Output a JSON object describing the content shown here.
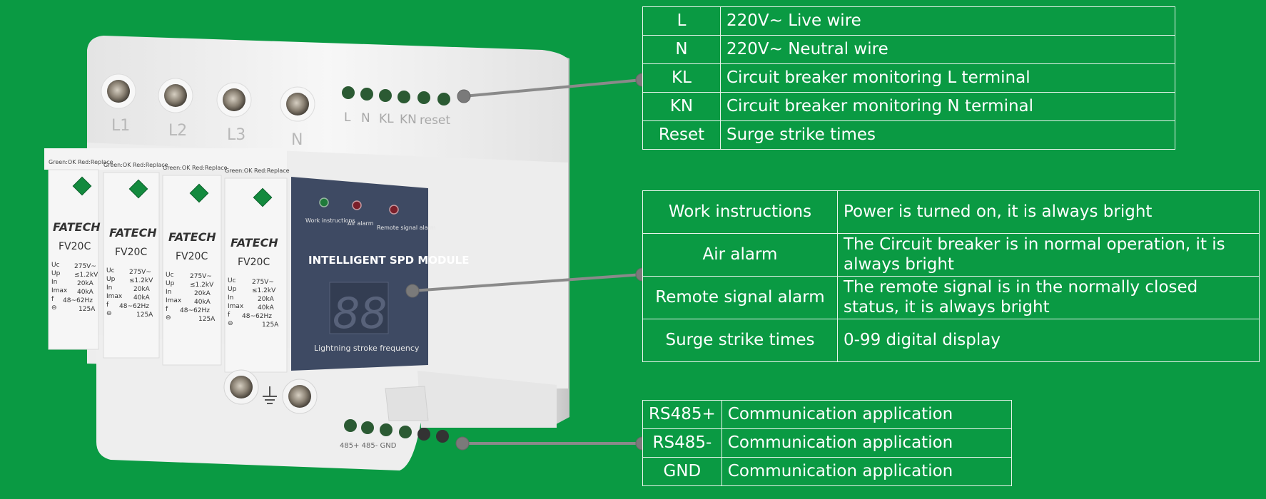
{
  "device": {
    "brand": "FATECH",
    "terminals_top": [
      "L1",
      "L2",
      "L3",
      "N"
    ],
    "signal_terminals": [
      "L",
      "N",
      "KL",
      "KN",
      "reset"
    ],
    "module_status_label": "Green:OK Red:Replace",
    "modules": [
      {
        "model": "FV20C",
        "specs": [
          [
            "Uc",
            "275V~"
          ],
          [
            "Up",
            "≤1.2kV"
          ],
          [
            "In",
            "20kA"
          ],
          [
            "Imax",
            "40kA"
          ],
          [
            "f",
            "48~62Hz"
          ],
          [
            "⊖",
            "125A"
          ]
        ]
      },
      {
        "model": "FV20C",
        "specs": [
          [
            "Uc",
            "275V~"
          ],
          [
            "Up",
            "≤1.2kV"
          ],
          [
            "In",
            "20kA"
          ],
          [
            "Imax",
            "40kA"
          ],
          [
            "f",
            "48~62Hz"
          ],
          [
            "⊖",
            "125A"
          ]
        ]
      },
      {
        "model": "FV20C",
        "specs": [
          [
            "Uc",
            "275V~"
          ],
          [
            "Up",
            "≤1.2kV"
          ],
          [
            "In",
            "20kA"
          ],
          [
            "Imax",
            "40kA"
          ],
          [
            "f",
            "48~62Hz"
          ],
          [
            "⊖",
            "125A"
          ]
        ]
      },
      {
        "model": "FV20C",
        "specs": [
          [
            "Uc",
            "275V~"
          ],
          [
            "Up",
            "≤1.2kV"
          ],
          [
            "In",
            "20kA"
          ],
          [
            "Imax",
            "40kA"
          ],
          [
            "f",
            "48~62Hz"
          ],
          [
            "⊖",
            "125A"
          ]
        ]
      }
    ],
    "panel": {
      "indicator_labels": [
        "Work instructions",
        "Air alarm",
        "Remote signal alarm"
      ],
      "title": "INTELLIGENT SPD MODULE",
      "display": "88",
      "caption": "Lightning stroke frequency"
    },
    "bottom_labels": "485+ 485- GND"
  },
  "tables": {
    "terminals": [
      {
        "key": "L",
        "value": "220V~ Live wire"
      },
      {
        "key": "N",
        "value": "220V~ Neutral wire"
      },
      {
        "key": "KL",
        "value": "Circuit breaker monitoring L terminal"
      },
      {
        "key": "KN",
        "value": "Circuit breaker monitoring N terminal"
      },
      {
        "key": "Reset",
        "value": "Surge strike times"
      }
    ],
    "indicators": [
      {
        "key": "Work instructions",
        "value": "Power is turned on, it is always bright"
      },
      {
        "key": "Air alarm",
        "value": "The Circuit breaker is in normal operation, it is always bright"
      },
      {
        "key": "Remote signal alarm",
        "value": "The remote signal is in the normally closed status, it is always bright"
      },
      {
        "key": "Surge  strike times",
        "value": "0-99  digital display"
      }
    ],
    "communication": [
      {
        "key": "RS485+",
        "value": "Communication application"
      },
      {
        "key": "RS485-",
        "value": "Communication application"
      },
      {
        "key": "GND",
        "value": "Communication application"
      }
    ]
  },
  "colors": {
    "background": "#0a9a43",
    "device_body": "#f2f2f2",
    "panel": "#3e4a63",
    "leader_line": "#8a8a8a",
    "table_border": "#e8f4ec"
  }
}
